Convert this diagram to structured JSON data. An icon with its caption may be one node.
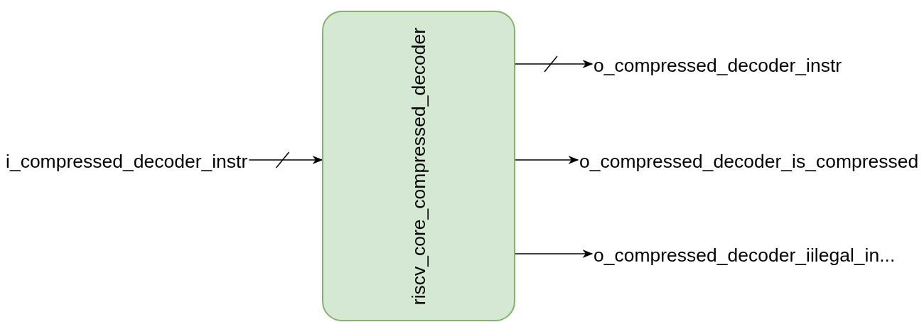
{
  "diagram": {
    "nodes": [
      {
        "text": [
          "i_compressed_decoder_instr"
        ]
      },
      {
        "text": [
          "riscv_core_compressed_decoder"
        ]
      },
      {
        "text": [
          "o_compressed_decoder_instr"
        ]
      },
      {
        "text": [
          "o_compressed_decoder_is_compressed"
        ]
      },
      {
        "text": [
          "o_compressed_decoder_iilegal_in..."
        ]
      }
    ],
    "edges": [
      {
        "from": 0,
        "to": 1,
        "arrow": "to"
      },
      {
        "from": 1,
        "to": 2,
        "arrow": "to"
      },
      {
        "from": 1,
        "to": 3,
        "arrow": "to"
      },
      {
        "from": 1,
        "to": 4,
        "arrow": "to"
      }
    ]
  }
}
